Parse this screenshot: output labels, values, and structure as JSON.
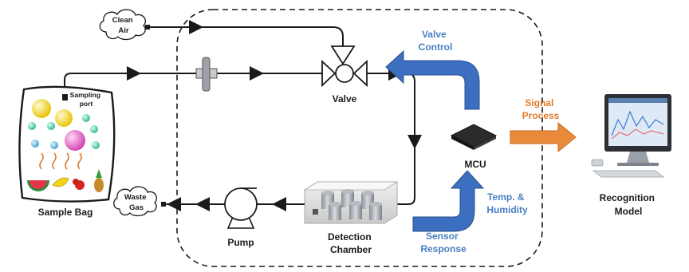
{
  "labels": {
    "clean_air": [
      "Clean",
      "Air"
    ],
    "waste_gas": [
      "Waste",
      "Gas"
    ],
    "sampling_port": [
      "Sampling",
      "port"
    ],
    "sample_bag": "Sample Bag",
    "valve": "Valve",
    "valve_control": [
      "Valve",
      "Control"
    ],
    "mcu": "MCU",
    "signal_process": [
      "Signal",
      "Process"
    ],
    "temp_humidity": [
      "Temp. &",
      "Humidity"
    ],
    "sensor_response": [
      "Sensor",
      "Response"
    ],
    "detection_chamber": [
      "Detection",
      "Chamber"
    ],
    "pump": "Pump",
    "recognition_model": [
      "Recognition",
      "Model"
    ]
  },
  "colors": {
    "accent_blue": "#4a7fc1",
    "accent_orange": "#e07b2a",
    "line": "#1a1a1a"
  },
  "icons": [
    "cloud-icon",
    "filter-icon",
    "valve-icon",
    "mcu-chip-icon",
    "pump-icon",
    "sensor-array-icon",
    "computer-monitor-icon",
    "fruit-icon"
  ]
}
